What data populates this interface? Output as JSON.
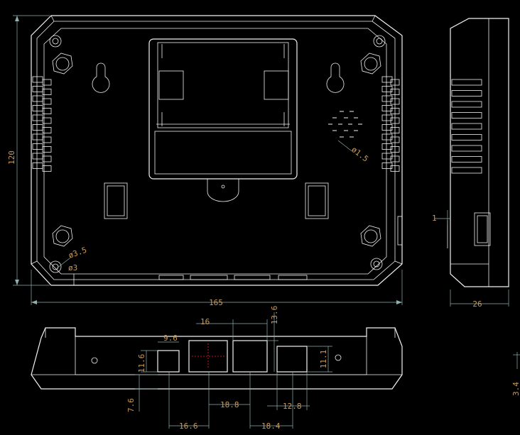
{
  "dimensions": {
    "width_overall": "165",
    "height_overall": "120",
    "depth_side": "26",
    "side_offset": "1",
    "hole_small": "ø1.5",
    "hole_screw": "ø3.5",
    "hole_inner": "ø3",
    "bottom_w1": "9.6",
    "bottom_h1": "11.6",
    "bottom_w2": "16",
    "bottom_h2": "13.6",
    "bottom_h3": "11.1",
    "bottom_h4": "7.6",
    "bottom_gap1": "18.8",
    "bottom_w3": "12.8",
    "bottom_off1": "16.6",
    "bottom_off2": "18.4",
    "edge_partial": "3.4"
  },
  "colors": {
    "background": "#000000",
    "outline": "#f2f2f2",
    "dimension_text": "#cc9955",
    "dimension_line": "#8fb0b0",
    "center_mark": "#ff2020"
  }
}
